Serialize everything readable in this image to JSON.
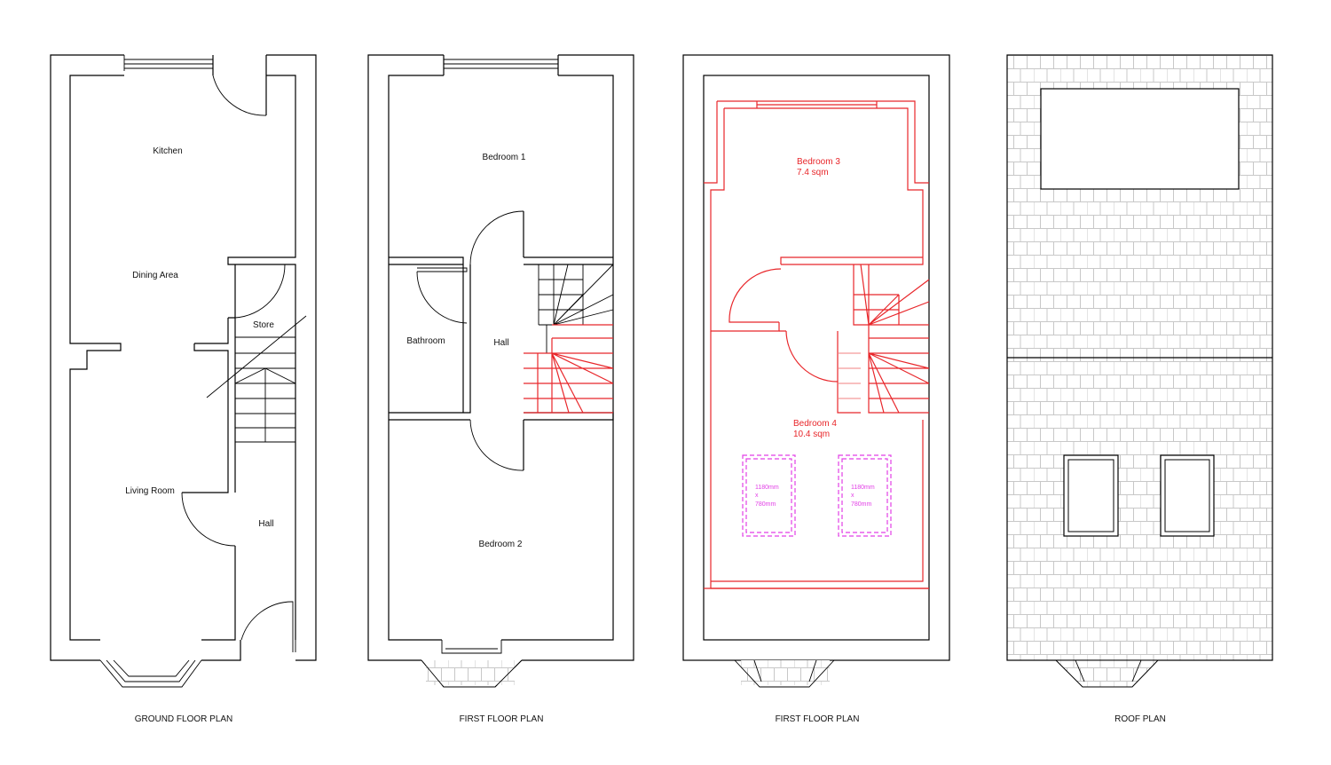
{
  "plans": [
    {
      "title": "GROUND FLOOR PLAN",
      "rooms": [
        "Kitchen",
        "Dining Area",
        "Store",
        "Living Room",
        "Hall"
      ]
    },
    {
      "title": "FIRST FLOOR PLAN",
      "rooms": [
        "Bedroom 1",
        "Bathroom",
        "Hall",
        "Bedroom 2"
      ]
    },
    {
      "title": "FIRST FLOOR PLAN",
      "rooms": [
        {
          "name": "Bedroom 3",
          "area": "7.4 sqm"
        },
        {
          "name": "Bedroom 4",
          "area": "10.4 sqm"
        }
      ],
      "rooflights": [
        {
          "w": "1180mm",
          "x": "x",
          "h": "780mm"
        },
        {
          "w": "1180mm",
          "x": "x",
          "h": "780mm"
        }
      ]
    },
    {
      "title": "ROOF PLAN"
    }
  ],
  "colors": {
    "proposed": "#e8262a",
    "rooflight": "#e23fe6",
    "existing": "#000000"
  }
}
